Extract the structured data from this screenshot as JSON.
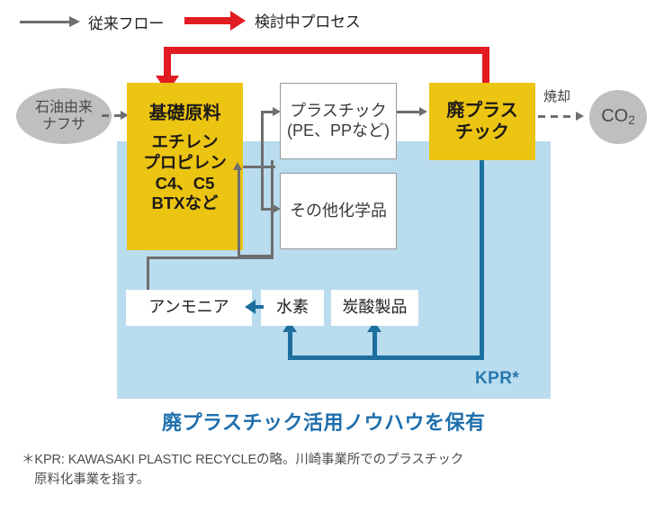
{
  "legend": {
    "conventional": {
      "label": "従来フロー",
      "arrow_icon": "gray-arrow-right",
      "color": "#6e6e6e"
    },
    "under_study": {
      "label": "検討中プロセス",
      "arrow_icon": "red-arrow-right",
      "color": "#e11b22"
    }
  },
  "nodes": {
    "naphtha": {
      "label_line1": "石油由来",
      "label_line2": "ナフサ",
      "shape": "ellipse",
      "color": "#bfbfbf"
    },
    "base_material": {
      "title": "基礎原料",
      "items": [
        "エチレン",
        "プロピレン",
        "C4、C5",
        "BTXなど"
      ],
      "color": "#ecc412"
    },
    "plastic": {
      "line1": "プラスチック",
      "line2": "(PE、PPなど)",
      "color": "#ffffff"
    },
    "other_chemicals": {
      "label": "その他化学品",
      "color": "#ffffff"
    },
    "waste_plastic": {
      "line1": "廃プラス",
      "line2": "チック",
      "color": "#ecc412"
    },
    "co2": {
      "label": "CO",
      "subscript": "2",
      "shape": "ellipse",
      "color": "#bfbfbf"
    },
    "incineration": {
      "label": "焼却"
    },
    "ammonia": {
      "label": "アンモニア",
      "color": "#ffffff"
    },
    "hydrogen": {
      "label": "水素",
      "color": "#ffffff"
    },
    "carbonic_products": {
      "label": "炭酸製品",
      "color": "#ffffff"
    }
  },
  "kpr_area": {
    "label": "KPR*",
    "fill_color": "#b9dcef",
    "text_color": "#2878ae"
  },
  "caption": {
    "text": "廃プラスチック活用ノウハウを保有",
    "color": "#1f6fad"
  },
  "footnote": {
    "line1": "＊KPR: KAWASAKI PLASTIC RECYCLEの略。川崎事業所でのプラスチック",
    "line2": "原料化事業を指す。"
  }
}
